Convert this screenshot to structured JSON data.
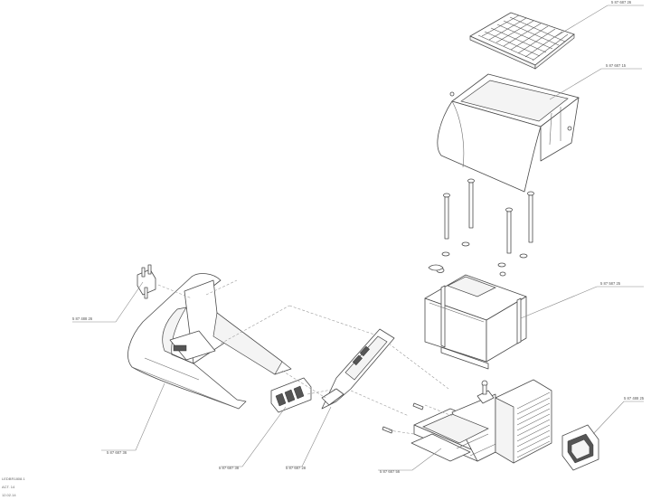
{
  "callouts": {
    "grille": "5 87 687 26",
    "hood": "5 87 687 15",
    "transformer": "5 87 587 25",
    "power_connector": "5 87 488 25",
    "plug": "5 87 488 26",
    "front_cover": "5 87 687 36",
    "switch_block": "5 87 687 38",
    "pcb": "5 87 687 28",
    "base_chassis": "5 87 687 56"
  },
  "notes": {
    "line1": "LEDBR1808.1",
    "line2": "ACT. 14",
    "line3": "12.02.14"
  }
}
